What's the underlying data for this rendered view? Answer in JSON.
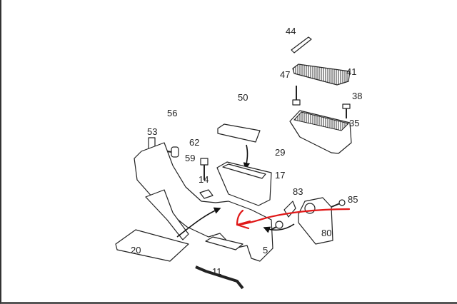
{
  "diagram": {
    "labels": {
      "p44": "44",
      "p41": "41",
      "p47": "47",
      "p38": "38",
      "p50": "50",
      "p56": "56",
      "p53": "53",
      "p35": "35",
      "p62": "62",
      "p29": "29",
      "p59": "59",
      "p14": "14",
      "p17": "17",
      "p83": "83",
      "p85": "85",
      "p80": "80",
      "p20": "20",
      "p5": "5",
      "p11": "11"
    },
    "colors": {
      "annotation": "#e01818",
      "lines": "#222222"
    }
  }
}
